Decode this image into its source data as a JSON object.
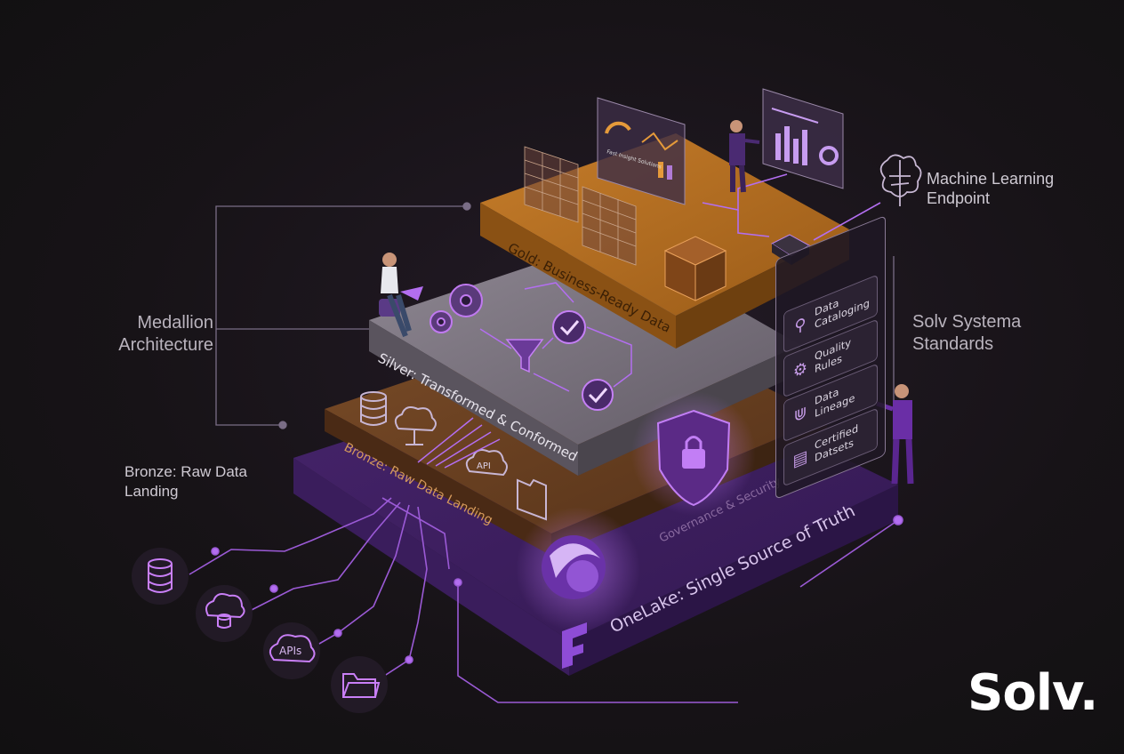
{
  "labels": {
    "medallion": "Medallion Architecture",
    "bronze_side": "Bronze: Raw Data Landing",
    "ml": "Machine Learning Endpoint",
    "standards": "Solv Systema Standards"
  },
  "layers": {
    "gold": "Gold: Business-Ready Data",
    "silver": "Silver: Transformed & Conformed",
    "bronze": "Bronze: Raw Data Landing",
    "governance": "Governance & Security",
    "onelake": "OneLake: Single Source of Truth"
  },
  "panel_items": [
    {
      "label": "Data Cataloging",
      "icon": "search-icon"
    },
    {
      "label": "Quality Rules",
      "icon": "gear-check-icon"
    },
    {
      "label": "Data Lineage",
      "icon": "lineage-icon"
    },
    {
      "label": "Certified Datsets",
      "icon": "certificate-icon"
    }
  ],
  "source_icons": [
    "database-icon",
    "cloud-database-icon",
    "api-cloud-icon",
    "folder-icon"
  ],
  "api_label": "APIs",
  "bronze_api_label": "API",
  "dashboard_caption": "Fast Insight Solutions",
  "brand": "Solv.",
  "colors": {
    "gold": "#b06a1e",
    "silver": "#7d7580",
    "bronze": "#6a4222",
    "onelake": "#5a2e8a",
    "accent": "#b25ef0"
  }
}
